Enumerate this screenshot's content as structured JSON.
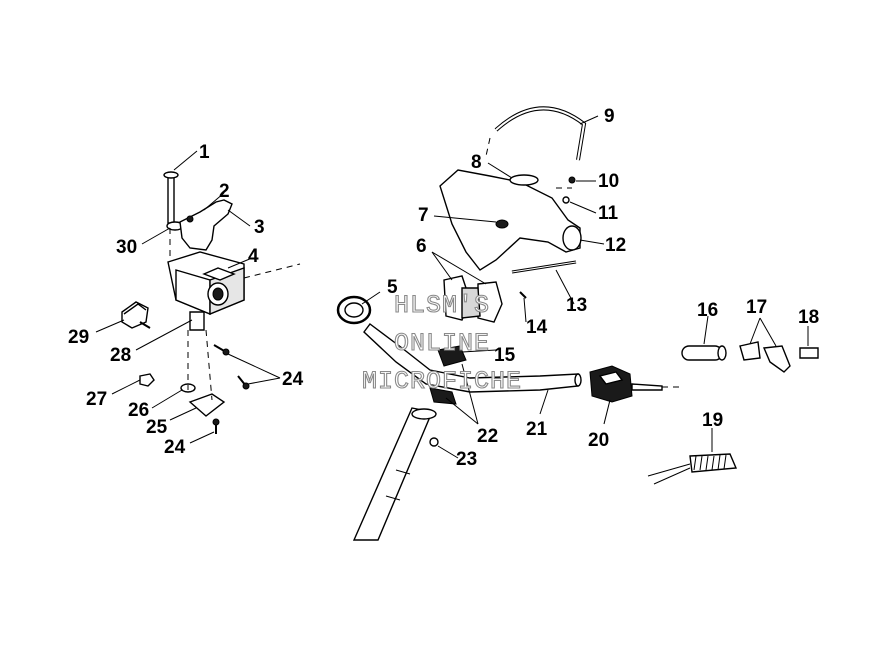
{
  "callouts": [
    {
      "id": "c1",
      "text": "1"
    },
    {
      "id": "c2",
      "text": "2"
    },
    {
      "id": "c3",
      "text": "3"
    },
    {
      "id": "c4",
      "text": "4"
    },
    {
      "id": "c5",
      "text": "5"
    },
    {
      "id": "c6",
      "text": "6"
    },
    {
      "id": "c7",
      "text": "7"
    },
    {
      "id": "c8",
      "text": "8"
    },
    {
      "id": "c9",
      "text": "9"
    },
    {
      "id": "c10",
      "text": "10"
    },
    {
      "id": "c11",
      "text": "11"
    },
    {
      "id": "c12",
      "text": "12"
    },
    {
      "id": "c13",
      "text": "13"
    },
    {
      "id": "c14",
      "text": "14"
    },
    {
      "id": "c15",
      "text": "15"
    },
    {
      "id": "c16",
      "text": "16"
    },
    {
      "id": "c17",
      "text": "17"
    },
    {
      "id": "c18",
      "text": "18"
    },
    {
      "id": "c19",
      "text": "19"
    },
    {
      "id": "c20",
      "text": "20"
    },
    {
      "id": "c21",
      "text": "21"
    },
    {
      "id": "c22",
      "text": "22"
    },
    {
      "id": "c23",
      "text": "23"
    },
    {
      "id": "c24a",
      "text": "24"
    },
    {
      "id": "c24b",
      "text": "24"
    },
    {
      "id": "c25",
      "text": "25"
    },
    {
      "id": "c26",
      "text": "26"
    },
    {
      "id": "c27",
      "text": "27"
    },
    {
      "id": "c28",
      "text": "28"
    },
    {
      "id": "c29",
      "text": "29"
    },
    {
      "id": "c30",
      "text": "30"
    }
  ],
  "watermark": [
    "HLSM'S",
    "ONLINE",
    "MICROFICHE"
  ]
}
